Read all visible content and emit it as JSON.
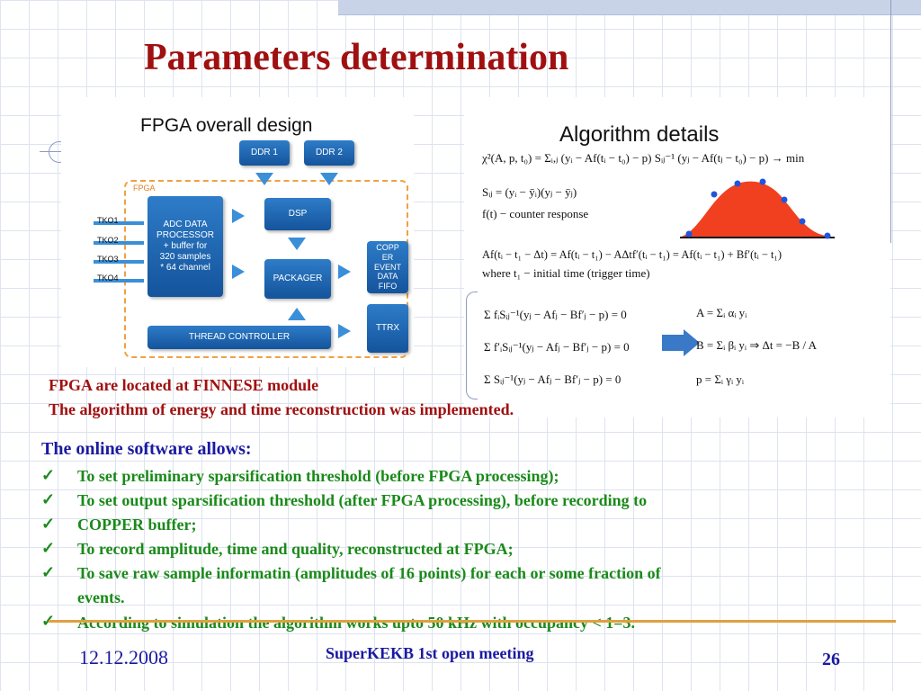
{
  "title": "Parameters determination",
  "fpga": {
    "title": "FPGA overall design",
    "area_label": "FPGA",
    "ddr1": "DDR 1",
    "ddr2": "DDR 2",
    "adc": [
      "ADC DATA",
      "PROCESSOR",
      "+ buffer for",
      "320 samples",
      "* 64 channel"
    ],
    "dsp": "DSP",
    "packager": "PACKAGER",
    "copper": [
      "COPP",
      "ER",
      "EVENT",
      "DATA",
      "FIFO"
    ],
    "ttrx": "TTRX",
    "thread": "THREAD CONTROLLER",
    "tko": [
      "TKO1",
      "TKO2",
      "TKO3",
      "TKO4"
    ]
  },
  "algo": {
    "title": "Algorithm details",
    "eq_chi": "χ²(A, p, t₀) = Σᵢ,ⱼ (yᵢ − Af(tᵢ − t₀) − p) Sᵢⱼ⁻¹ (yⱼ − Af(tⱼ − t₀) − p) → min",
    "eq_s": "Sᵢⱼ = (yᵢ − ȳᵢ)(yⱼ − ȳⱼ)",
    "eq_f": "f(t) − counter response",
    "eq_taylor": "Af(tᵢ − t₁ − Δt) = Af(tᵢ − t₁) − AΔtf′(tᵢ − t₁) = Af(tᵢ − t₁) + Bf′(tᵢ − t₁)",
    "eq_where": "where t₁ − initial time (trigger time)",
    "sys1": "Σ fᵢSᵢⱼ⁻¹(yⱼ − Afⱼ − Bf′ⱼ − p) = 0",
    "sys2": "Σ f′ᵢSᵢⱼ⁻¹(yⱼ − Afⱼ − Bf′ⱼ − p) = 0",
    "sys3": "Σ Sᵢⱼ⁻¹(yⱼ − Afⱼ − Bf′ⱼ − p) = 0",
    "res1": "A = Σᵢ αᵢ yᵢ",
    "res2": "B = Σᵢ βᵢ yᵢ ⇒ Δt = −B / A",
    "res3": "p = Σᵢ γᵢ yᵢ",
    "curve_color": "#f04020"
  },
  "notes": {
    "line1": "FPGA are located at FINNESE module",
    "line2": "The algorithm of energy and time reconstruction was implemented."
  },
  "online": {
    "heading": "The online software allows:",
    "items": [
      "To set preliminary sparsification threshold (before FPGA processing);",
      "To set output sparsification threshold (after FPGA processing), before recording to",
      "COPPER buffer;",
      "To record amplitude, time and quality, reconstructed at FPGA;",
      "To save raw sample informatin (amplitudes of 16 points) for each or some fraction of",
      "events.",
      "According to simulation the algorithm works upto 50 kHz with occupancy < 1=3."
    ]
  },
  "footer": {
    "date": "12.12.2008",
    "event": "SuperKEKB 1st open meeting",
    "page": "26"
  }
}
